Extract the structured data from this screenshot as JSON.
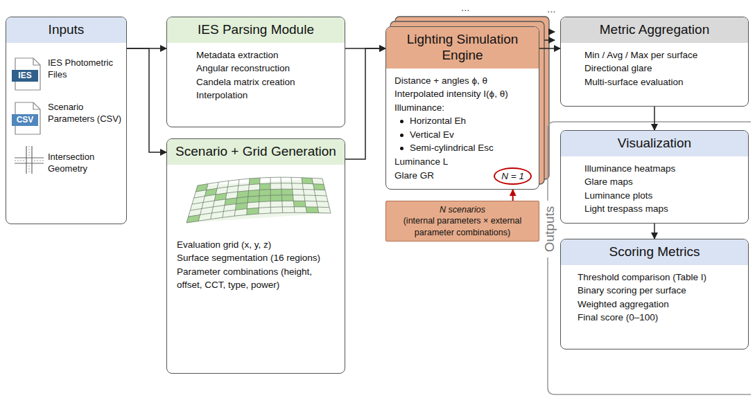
{
  "diagram": {
    "nodes": [
      {
        "text": [
          "Inputs",
          "IES Photometric Files",
          "Scenario Parameters (CSV)",
          "Intersection Geometry"
        ]
      },
      {
        "text": [
          "IES"
        ],
        "in": 0
      },
      {
        "text": [
          "CSV"
        ],
        "in": 0
      },
      {
        "text": [
          "IES Parsing Module",
          "Metadata extraction",
          "Angular reconstruction",
          "Candela matrix creation",
          "Interpolation"
        ]
      },
      {
        "text": [
          "Scenario + Grid Generation",
          "Evaluation grid (x, y, z)",
          "Surface segmentation (16 regions)",
          "Parameter combinations (height, offset, CCT, type, power)"
        ]
      },
      {
        "text": [
          "Lighting Simulation Engine",
          "Distance + angles ϕ, θ",
          "Interpolated intensity I(ϕ, θ)",
          "Illuminance:",
          "Horizontal Eh",
          "Vertical Ev",
          "Semi-cylindrical Esc",
          "Luminance L",
          "Glare GR",
          "N = 1"
        ]
      },
      {
        "text": [
          "N scenarios",
          "(internal parameters × external parameter combinations)"
        ]
      },
      {
        "text": [
          "Metric Aggregation",
          "Min / Avg / Max per surface",
          "Directional glare",
          "Multi-surface evaluation"
        ]
      },
      {
        "text": [
          "Visualization",
          "Illuminance heatmaps",
          "Glare maps",
          "Luminance plots",
          "Light trespass maps"
        ]
      },
      {
        "text": [
          "Scoring Metrics",
          "Threshold comparison (Table I)",
          "Binary scoring per surface",
          "Weighted aggregation",
          "Final score (0–100)"
        ]
      }
    ],
    "edges": [
      {
        "from": 0,
        "to": 3,
        "arrow": "to"
      },
      {
        "from": 0,
        "to": 4,
        "arrow": "to"
      },
      {
        "from": 3,
        "to": 5,
        "arrow": "to"
      },
      {
        "from": 4,
        "to": 5,
        "arrow": "to"
      },
      {
        "from": 5,
        "to": 7,
        "arrow": "to"
      },
      {
        "from": 6,
        "to": 5,
        "arrow": "to"
      },
      {
        "from": 7,
        "to": 8,
        "arrow": "to"
      },
      {
        "from": 8,
        "to": 9,
        "arrow": "to"
      }
    ],
    "labels": [
      "...",
      "...",
      "Outputs"
    ]
  }
}
